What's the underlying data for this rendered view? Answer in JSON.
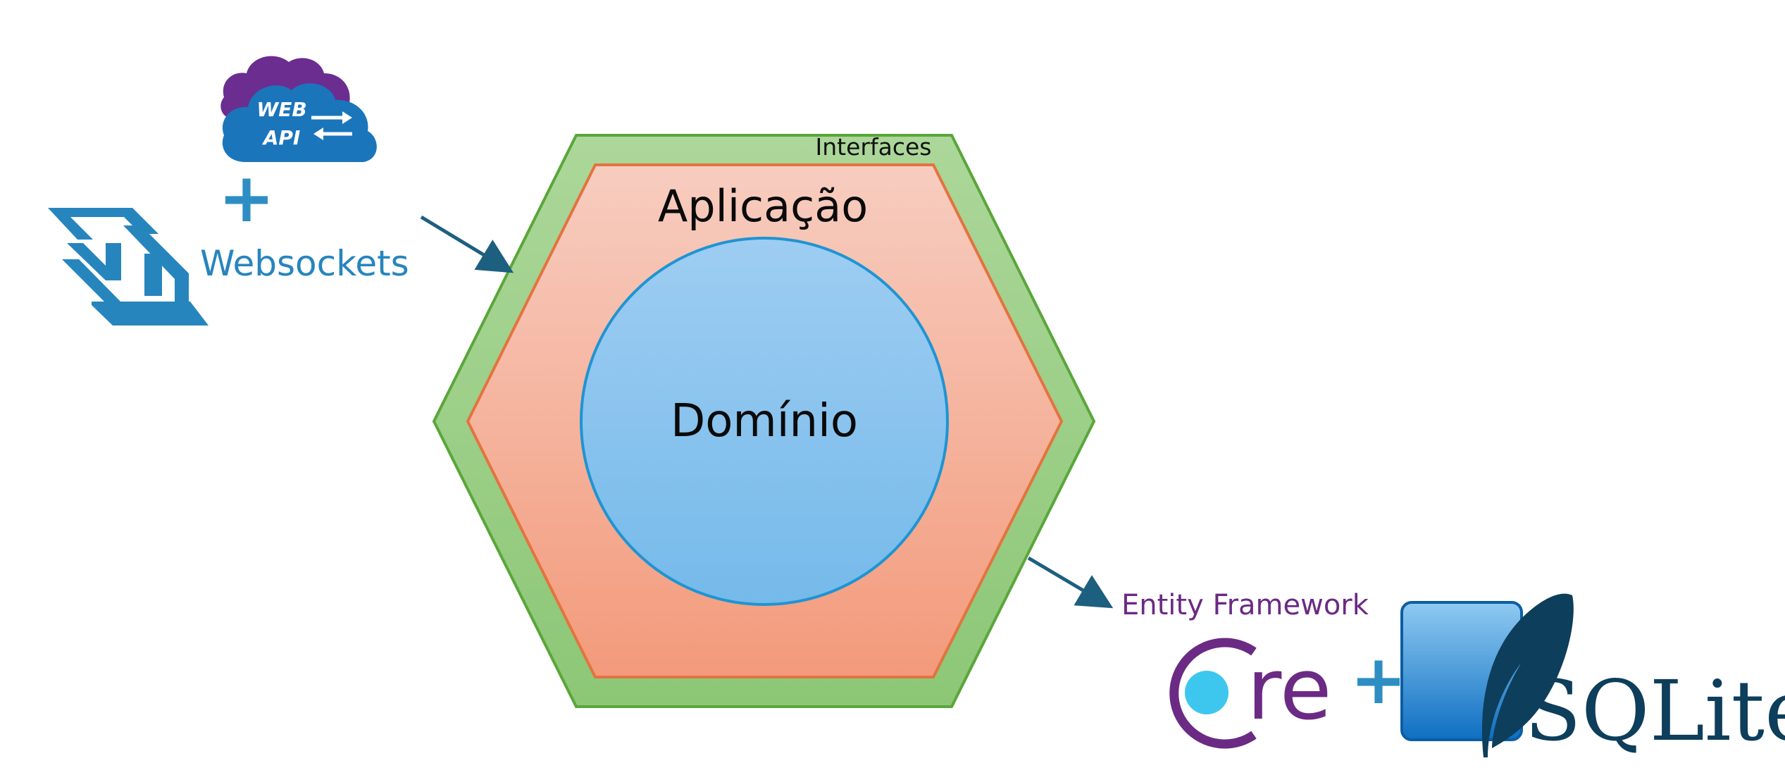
{
  "diagram": {
    "layers": {
      "interfaces": {
        "label": "Interfaces",
        "fill_top": "#acd79a",
        "fill_bottom": "#8cc776",
        "stroke": "#5aa63a"
      },
      "application": {
        "label": "Aplicação",
        "fill_top": "#f7cdc0",
        "fill_bottom": "#f39a7b",
        "stroke": "#e4733f"
      },
      "domain": {
        "label": "Domínio",
        "fill_top": "#9ecdf2",
        "fill_bottom": "#75baea",
        "stroke": "#1f94d3"
      }
    },
    "inputs": {
      "webapi": {
        "line1": "WEB",
        "line2": "API",
        "cloud_color": "#1b75bb",
        "cloud_back": "#6b2d8f"
      },
      "plus": "+",
      "websockets": {
        "label": "Websockets",
        "color": "#2785bd"
      }
    },
    "outputs": {
      "entity_framework": {
        "label": "Entity Framework",
        "core_text": "re",
        "color": "#6b2a84",
        "dot_color": "#3ec7ee"
      },
      "plus": "+",
      "sqlite": {
        "label": "SQLite",
        "color": "#0d3e5b",
        "icon_color": "#1786d2"
      }
    },
    "arrow_color": "#1d5f7f",
    "accent_plus_color": "#2e8ec4"
  }
}
